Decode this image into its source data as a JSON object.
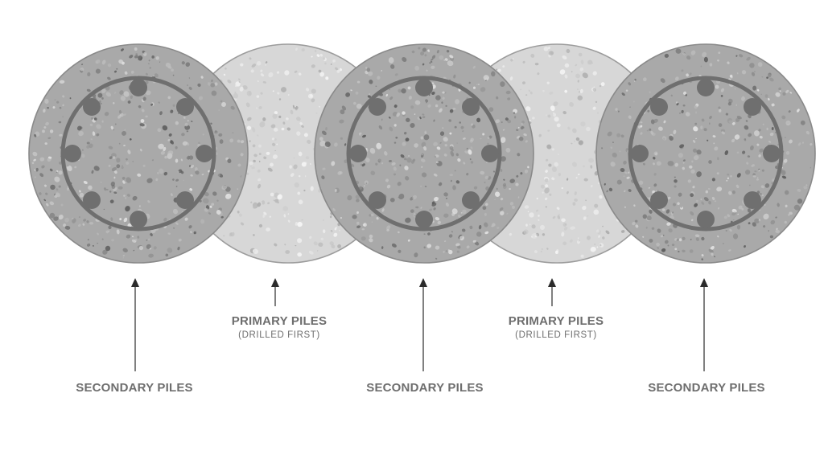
{
  "labels": {
    "secondary": "SECONDARY PILES",
    "primary": "PRIMARY PILES",
    "primary_note": "(DRILLED FIRST)"
  },
  "piles": [
    {
      "kind": "secondary",
      "reinforced": true
    },
    {
      "kind": "primary",
      "reinforced": false
    },
    {
      "kind": "secondary",
      "reinforced": true
    },
    {
      "kind": "primary",
      "reinforced": false
    },
    {
      "kind": "secondary",
      "reinforced": true
    }
  ],
  "colors": {
    "secondary_fill": "#a9a9a9",
    "secondary_edge": "#8a8a8a",
    "primary_fill": "#d7d7d7",
    "primary_edge": "#9c9c9c",
    "rebar": "#6f6f6f",
    "arrow": "#2b2b2b",
    "label": "#6e6e6e"
  }
}
